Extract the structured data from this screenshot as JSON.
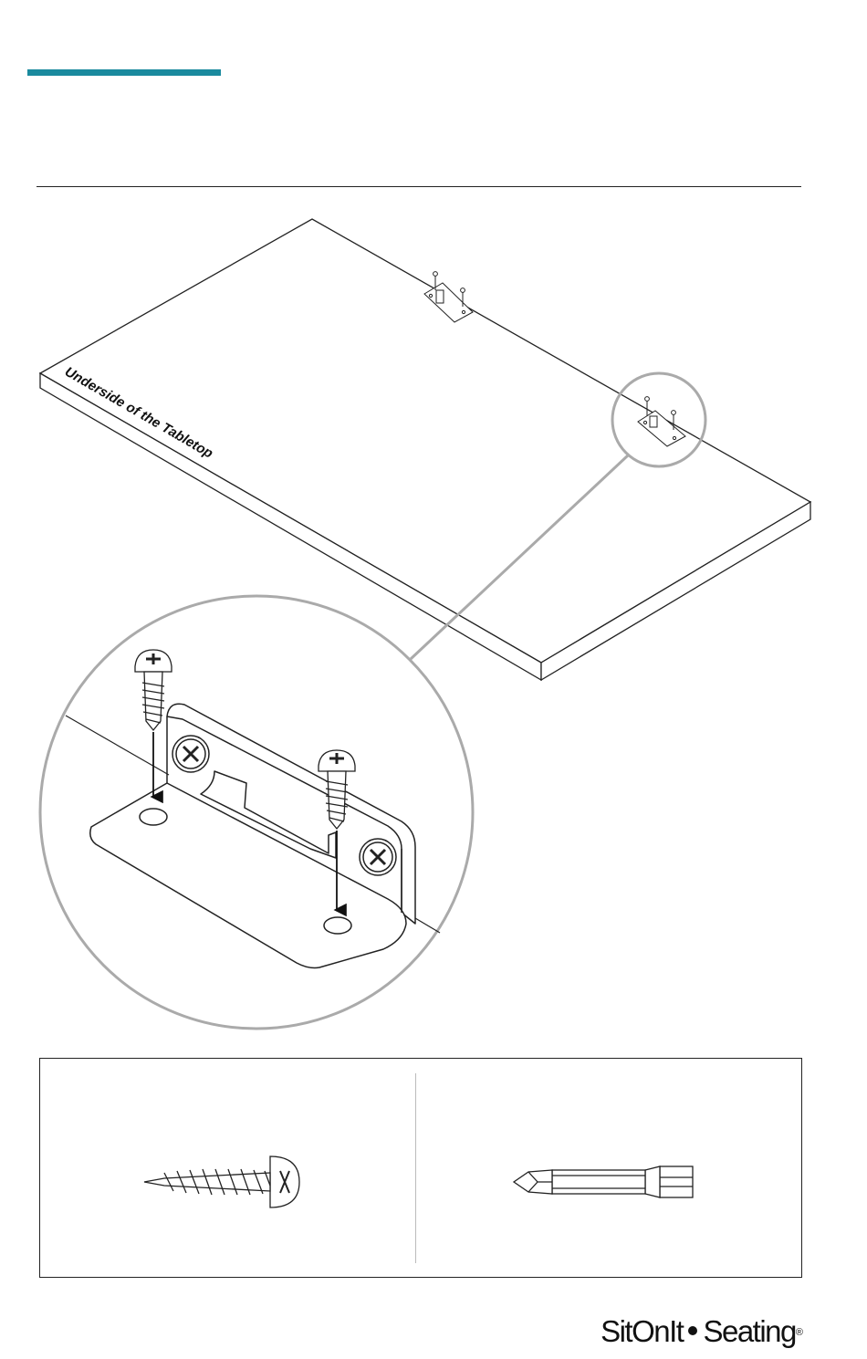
{
  "labels": {
    "tabletop": "Underside of the Tabletop"
  },
  "brand": {
    "name_left": "SitOnIt",
    "name_right": "Seating",
    "registered": "®"
  },
  "icons": {
    "screw": "pan-head-screw-icon",
    "bit": "phillips-bit-icon",
    "bracket": "mounting-bracket-icon"
  },
  "colors": {
    "accent": "#1a8a9e",
    "line": "#222222",
    "callout": "#aaaaaa"
  }
}
